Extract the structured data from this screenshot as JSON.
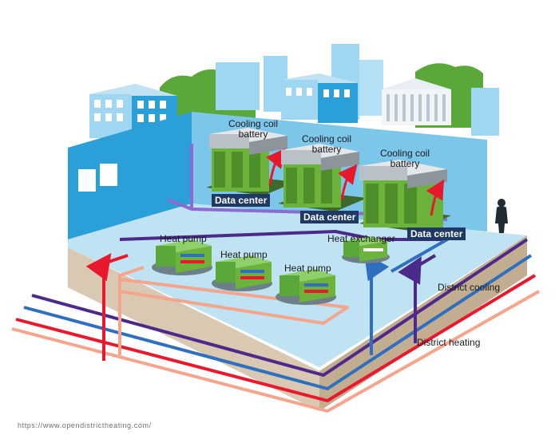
{
  "labels": {
    "cooling_coil_battery_1": [
      "Cooling coil",
      "battery"
    ],
    "cooling_coil_battery_2": [
      "Cooling coil",
      "battery"
    ],
    "cooling_coil_battery_3": [
      "Cooling coil",
      "battery"
    ],
    "data_center_1": "Data center",
    "data_center_2": "Data center",
    "data_center_3": "Data center",
    "heat_pump_1": "Heat pump",
    "heat_pump_2": "Heat pump",
    "heat_pump_3": "Heat pump",
    "heat_exchanger": "Heat exchanger",
    "district_cooling": "District cooling",
    "district_heating": "District heating"
  },
  "source_url": "https://www.opendistrictheating.com/",
  "colors": {
    "hot_supply": "#e8192c",
    "warm_return": "#f4a58c",
    "cold_supply": "#2f6fbf",
    "cool_return": "#4b2a8a",
    "loop_violet": "#8b6bd1",
    "floor": "#bfe3f3",
    "wall": "#2a9fd8",
    "ground": "#d9c9b3",
    "equipment_green": "#6bb33a",
    "label_bg": "#1f3864"
  }
}
